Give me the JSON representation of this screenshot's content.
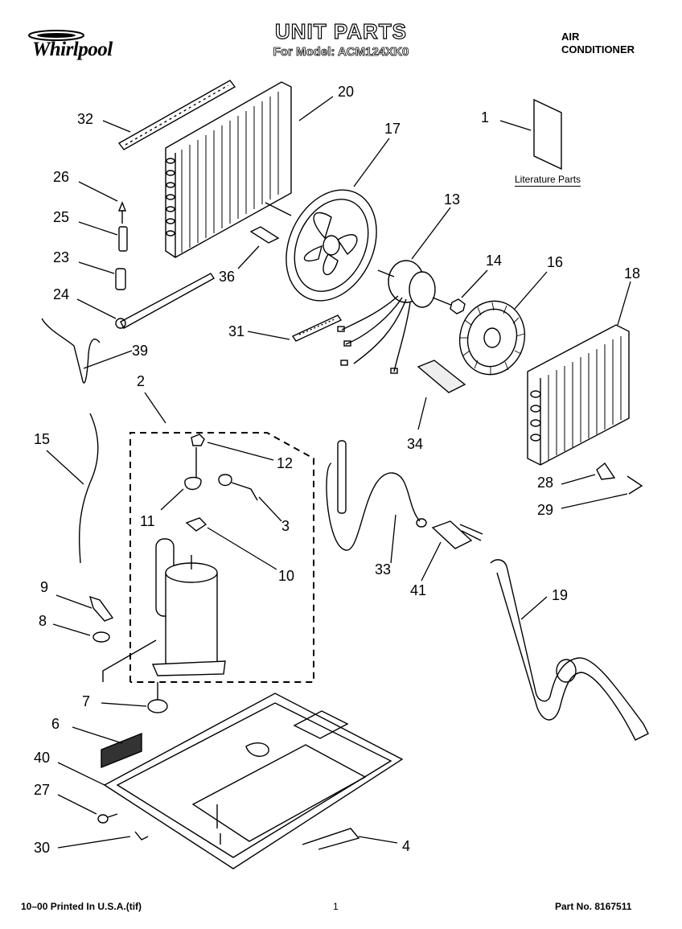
{
  "header": {
    "brand": "Whirlpool",
    "title": "UNIT PARTS",
    "subtitle": "For Model: ACM124XK0",
    "appliance_line1": "AIR",
    "appliance_line2": "CONDITIONER"
  },
  "literature_label": "Literature Parts",
  "footer": {
    "printed": "10–00 Printed In U.S.A.(tif)",
    "page": "1",
    "part_no": "Part No. 8167511"
  },
  "callouts": [
    "32",
    "20",
    "17",
    "1",
    "26",
    "25",
    "23",
    "13",
    "14",
    "16",
    "18",
    "24",
    "36",
    "31",
    "39",
    "2",
    "34",
    "15",
    "12",
    "11",
    "3",
    "10",
    "28",
    "29",
    "33",
    "41",
    "19",
    "9",
    "8",
    "7",
    "6",
    "40",
    "27",
    "30",
    "4"
  ]
}
